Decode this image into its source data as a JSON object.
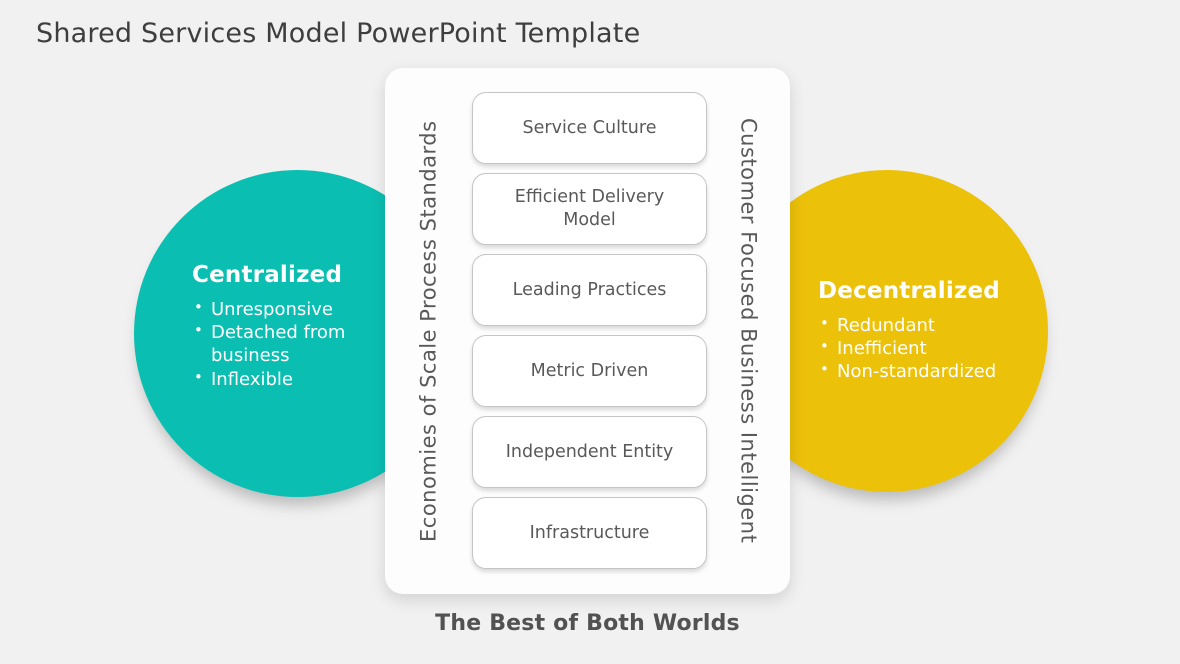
{
  "slide": {
    "title": "Shared Services Model PowerPoint Template",
    "caption": "The Best of Both Worlds",
    "background_color": "#f1f1f1"
  },
  "left_circle": {
    "heading": "Centralized",
    "bullets": [
      "Unresponsive",
      "Detached from business",
      "Inflexible"
    ],
    "color": "#0abfb2",
    "text_color": "#ffffff"
  },
  "right_circle": {
    "heading": "Decentralized",
    "bullets": [
      "Redundant",
      "Inefficient",
      "Non-standardized"
    ],
    "color": "#ecc10a",
    "text_color": "#ffffff"
  },
  "center_panel": {
    "left_label": "Economies of Scale Process Standards",
    "right_label": "Customer Focused Business Intelligent",
    "boxes": [
      "Service Culture",
      "Efficient Delivery Model",
      "Leading Practices",
      "Metric Driven",
      "Independent Entity",
      "Infrastructure"
    ]
  }
}
